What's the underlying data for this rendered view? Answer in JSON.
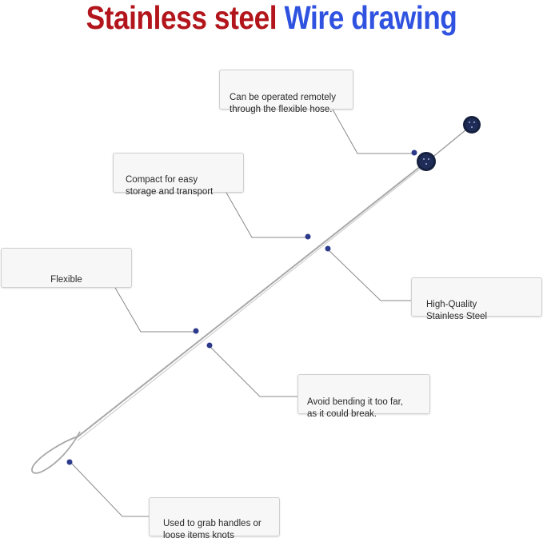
{
  "title": {
    "part1": "Stainless steel",
    "part2": "Wire drawing",
    "color1": "#b2151b",
    "color2": "#2f52e0"
  },
  "callouts": [
    {
      "text": "Can be operated remotely\nthrough the flexible hose."
    },
    {
      "text": "Compact for easy\nstorage and transport"
    },
    {
      "text": "Flexible"
    },
    {
      "text": "High-Quality\nStainless Steel"
    },
    {
      "text": "Avoid bending it too far,\nas it could break."
    },
    {
      "text": "Used to grab handles or\nloose items knots"
    }
  ],
  "colors": {
    "marker": "#2c3a8c",
    "leader_line": "#8a8a8a",
    "wire": "#a8a8a8",
    "knob": "#15203f"
  }
}
